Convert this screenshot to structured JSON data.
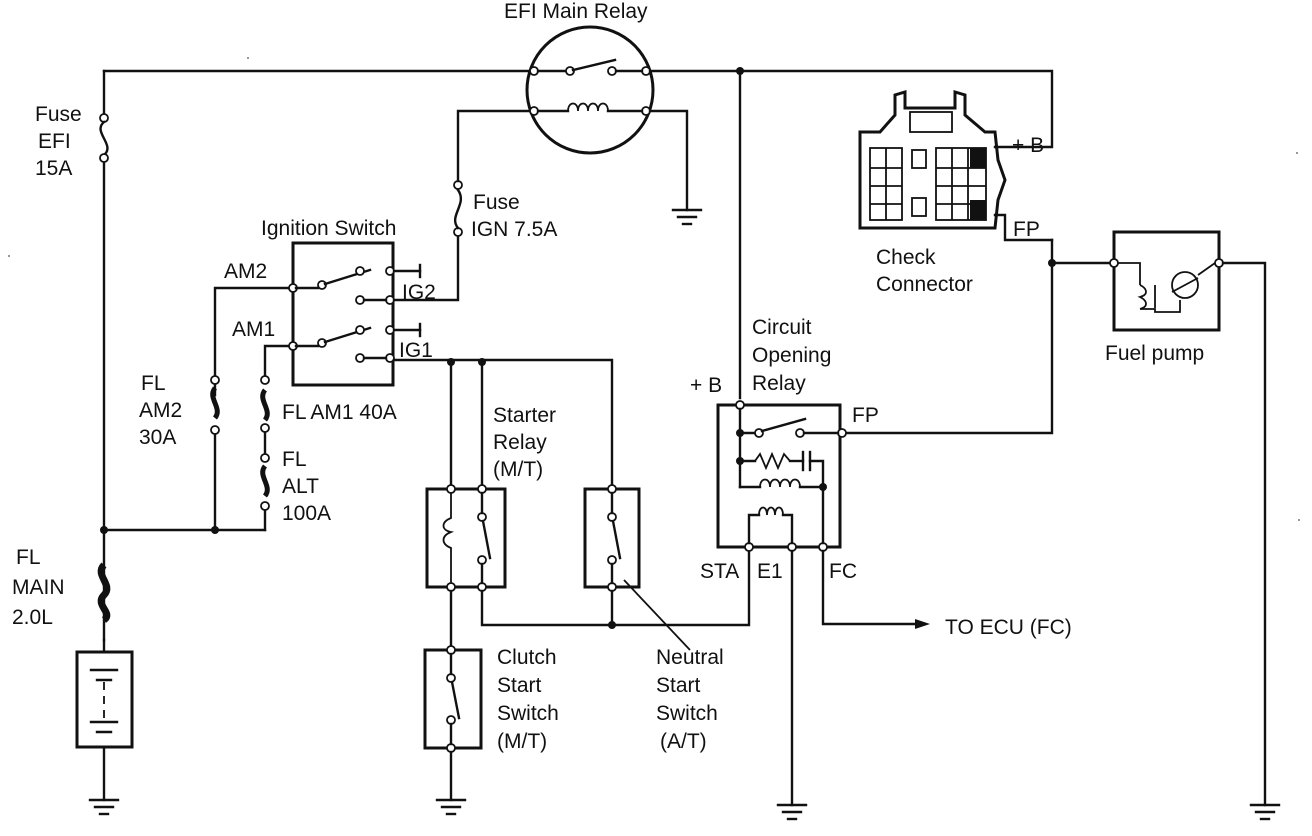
{
  "labels": {
    "efi_main_relay": "EFI Main Relay",
    "fuse": "Fuse",
    "efi": "EFI",
    "fifteen_a": "15A",
    "fuse2": "Fuse",
    "ign_75a": "IGN 7.5A",
    "ignition_switch": "Ignition Switch",
    "am2": "AM2",
    "am1": "AM1",
    "ig2": "IG2",
    "ig1": "IG1",
    "fl1": "FL",
    "fl_am2": "AM2",
    "thirty_a": "30A",
    "fl_am1": "FL AM1 40A",
    "fl2": "FL",
    "alt": "ALT",
    "hundred_a": "100A",
    "fl3": "FL",
    "main": "MAIN",
    "two_l": "2.0L",
    "starter_relay_1": "Starter",
    "starter_relay_2": "Relay",
    "starter_relay_3": "(M/T)",
    "clutch_1": "Clutch",
    "clutch_2": "Start",
    "clutch_3": "Switch",
    "clutch_4": "(M/T)",
    "neutral_1": "Neutral",
    "neutral_2": "Start",
    "neutral_3": "Switch",
    "neutral_4": "(A/T)",
    "cor_1": "Circuit",
    "cor_2": "Opening",
    "cor_3": "Relay",
    "plus_b_relay": "+ B",
    "fp_relay": "FP",
    "sta": "STA",
    "e1": "E1",
    "fc": "FC",
    "to_ecu": "TO ECU (FC)",
    "plus_b_conn": "+ B",
    "fp_conn": "FP",
    "check_1": "Check",
    "check_2": "Connector",
    "fuel_pump": "Fuel pump"
  },
  "icons": [
    "ground-symbol",
    "battery-symbol",
    "fuse-symbol",
    "relay-coil-symbol",
    "switch-symbol",
    "motor-symbol"
  ]
}
